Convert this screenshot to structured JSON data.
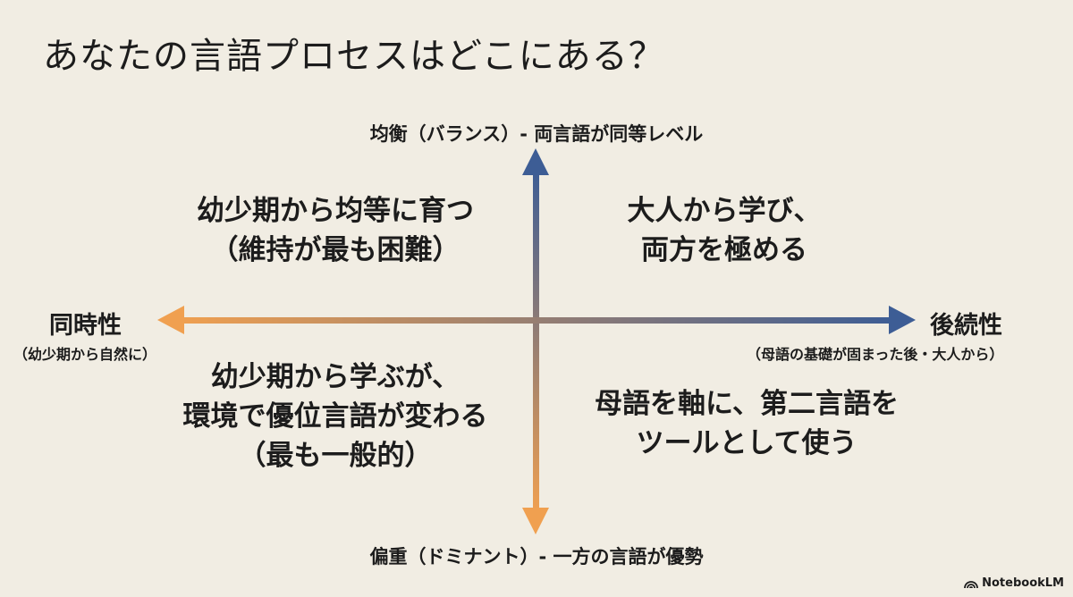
{
  "title": "あなたの言語プロセスはどこにある？",
  "axes": {
    "top": "均衡（バランス）- 両言語が同等レベル",
    "bottom": "偏重（ドミナント）- 一方の言語が優勢",
    "left": {
      "title": "同時性",
      "subtitle": "（幼少期から自然に）"
    },
    "right": {
      "title": "後続性",
      "subtitle": "（母語の基礎が固まった後・大人から）"
    }
  },
  "quadrants": {
    "top_left": [
      "幼少期から均等に育つ",
      "（維持が最も困難）"
    ],
    "top_right": [
      "大人から学び、",
      "両方を極める"
    ],
    "bottom_left": [
      "幼少期から学ぶが、",
      "環境で優位言語が変わる",
      "（最も一般的）"
    ],
    "bottom_right": [
      "母語を軸に、第二言語を",
      "ツールとして使う"
    ]
  },
  "colors": {
    "background": "#f1ede3",
    "blue": "#3d5d95",
    "orange": "#f0a050"
  },
  "branding": {
    "icon": "notebooklm-logo-icon",
    "text": "NotebookLM"
  }
}
